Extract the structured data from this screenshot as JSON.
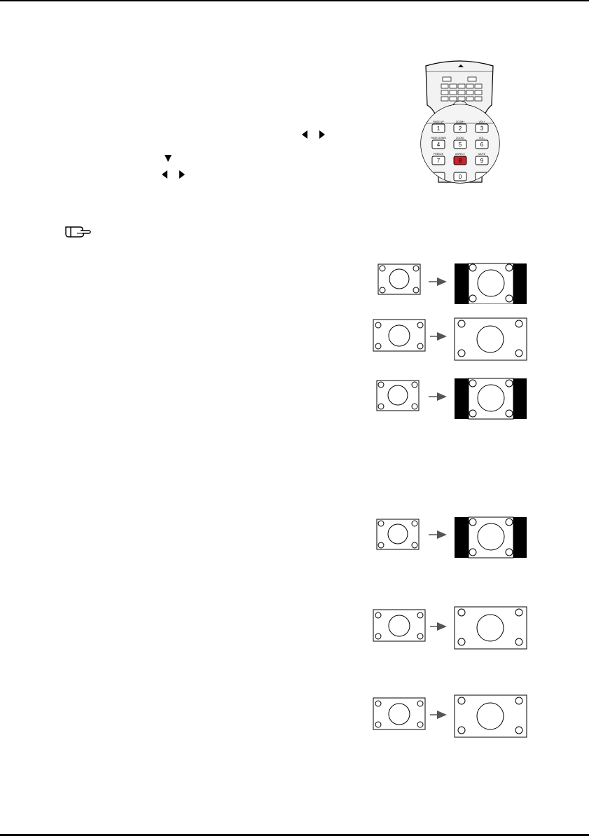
{
  "icons": {
    "remote": "remote-control-aspect-key-icon",
    "note": "pointing-hand-note-icon",
    "arrow_left": "triangle-left-icon",
    "arrow_right": "triangle-right-icon",
    "arrow_down": "triangle-down-icon",
    "aspect_arrow": "conversion-arrow-icon"
  },
  "remote_keys": [
    {
      "label": "PAGE UP",
      "digit": "1"
    },
    {
      "label": "ZOOM+",
      "digit": "2"
    },
    {
      "label": "VOL+",
      "digit": "3"
    },
    {
      "label": "PAGE DOWN",
      "digit": "4"
    },
    {
      "label": "ZOOM-",
      "digit": "5"
    },
    {
      "label": "VOL-",
      "digit": "6"
    },
    {
      "label": "FREEZE",
      "digit": "7"
    },
    {
      "label": "ASPECT",
      "digit": "8"
    },
    {
      "label": "MUTE",
      "digit": "9"
    },
    {
      "label": "",
      "digit": "0"
    }
  ],
  "colors": {
    "aspect_key": "#d0202c",
    "bar": "#000000",
    "arrow": "#555555"
  },
  "diagrams": [
    {
      "source": "4:3",
      "result": "pillarbox"
    },
    {
      "source": "16:9",
      "result": "full"
    },
    {
      "source": "4:3",
      "result": "pillarbox"
    },
    {
      "source": "4:3",
      "result": "pillarbox"
    },
    {
      "source": "16:9",
      "result": "full"
    },
    {
      "source": "16:9",
      "result": "full"
    }
  ]
}
